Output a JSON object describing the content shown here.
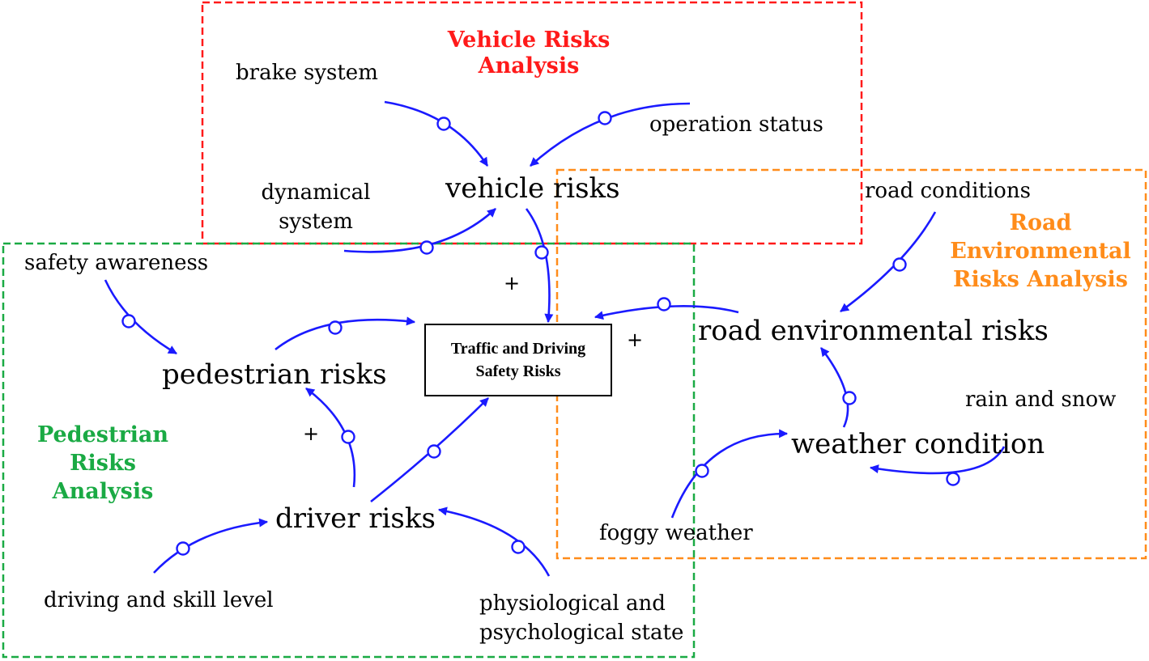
{
  "colors": {
    "arrow": "#1a1aff",
    "vehicle_group": "#ff1a1a",
    "road_group": "#ff8c1a",
    "pedestrian_group": "#1aaa44"
  },
  "groups": {
    "vehicle": "Vehicle Risks\nAnalysis",
    "road": "Road\nEnvironmental\nRisks Analysis",
    "pedestrian": "Pedestrian\nRisks\nAnalysis"
  },
  "center": "Traffic and Driving\nSafety Risks",
  "nodes": {
    "brake_system": "brake system",
    "operation_status": "operation status",
    "dynamical_system": "dynamical\nsystem",
    "vehicle_risks": "vehicle risks",
    "road_conditions": "road conditions",
    "safety_awareness": "safety awareness",
    "road_environmental_risks": "road environmental risks",
    "pedestrian_risks": "pedestrian risks",
    "rain_and_snow": "rain and snow",
    "weather_condition": "weather condition",
    "driver_risks": "driver risks",
    "foggy_weather": "foggy weather",
    "driving_and_skill_level": "driving and skill level",
    "physiological_state": "physiological and\npsychological state"
  },
  "polarity": {
    "vehicle_to_center": "+",
    "road_to_center": "+",
    "driver_to_pedestrian": "+"
  }
}
